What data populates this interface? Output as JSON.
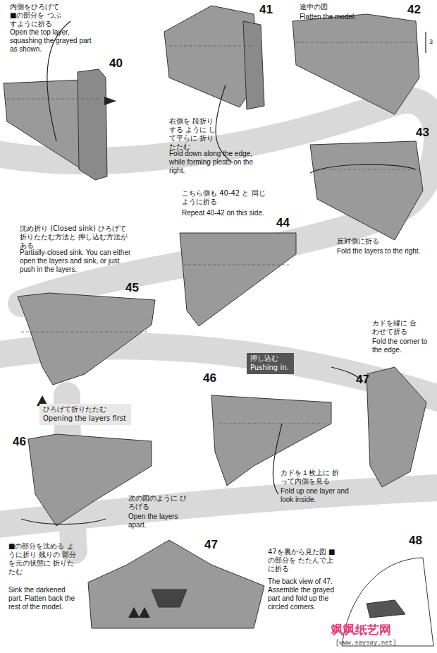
{
  "diagram": {
    "nodes": [
      {
        "text": [
          "押し込む",
          "Pushing in."
        ]
      },
      {
        "text": [
          "ひろげて折りたたむ",
          "Opening the layers first"
        ]
      }
    ],
    "edges": [],
    "labels": [
      "内側をひろげて ■の部分を つぶすように折る",
      "Open the top layer, squashing the grayed part as shown.",
      "40",
      "41",
      "右側を 段折りする ように して平らに 折りたたむ",
      "Fold down along the edge, while forming pleats on the right.",
      "途中の図",
      "Flatten the model.",
      "42",
      "3",
      "43",
      "反対側に折る",
      "Fold the layers to the right.",
      "こちら側も 40-42 と 同じように折る",
      "Repeat 40-42 on this side.",
      "44",
      "沈め折り (Closed sink) ひろげて折りたたむ方法と 押し込む方法がある",
      "Partially-closed sink. You can either open the layers and sink, or just push in the layers.",
      "45",
      "46",
      "カドを１枚上に 折って内側を見る",
      "Fold up one layer and look inside.",
      "カドを縁に 合わせて折る",
      "Fold the corner to the edge.",
      "47",
      "46",
      "次の図のように ひろげる",
      "Open the layers apart.",
      "47",
      "■の部分を沈める ように折り 残りの 部分を元の状態に 折りたたむ",
      "Sink the darkened part. Flatten back the rest of the model.",
      "47を裏から見た図 ■の部分を たたんで上に折る",
      "The back view of 47. Assemble the grayed part and fold up the circled corners.",
      "48",
      "飒飒纸艺网",
      "[www.saysay.net]"
    ]
  }
}
